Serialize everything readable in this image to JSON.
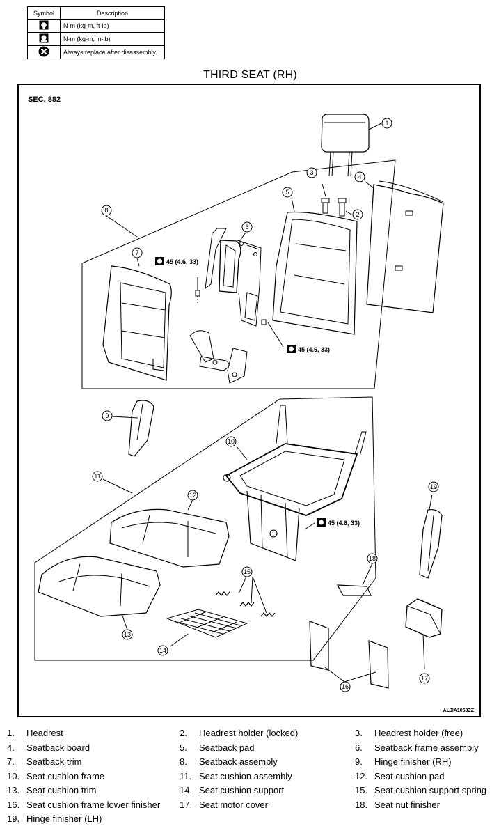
{
  "legend": {
    "header_symbol": "Symbol",
    "header_description": "Description",
    "rows": [
      {
        "icon": "torque-ft-lb-icon",
        "text": "N·m (kg-m, ft-lb)"
      },
      {
        "icon": "torque-in-lb-icon",
        "text": "N·m (kg-m, in-lb)"
      },
      {
        "icon": "always-replace-icon",
        "text": "Always replace after disassembly."
      }
    ]
  },
  "title": "THIRD SEAT (RH)",
  "diagram": {
    "section": "SEC. 882",
    "torque_labels": [
      "45 (4.6, 33)",
      "45 (4.6, 33)",
      "45 (4.6, 33)"
    ],
    "callouts": [
      "1",
      "2",
      "3",
      "4",
      "5",
      "6",
      "7",
      "8",
      "9",
      "10",
      "11",
      "12",
      "13",
      "14",
      "15",
      "16",
      "17",
      "18",
      "19"
    ],
    "figure_code": "ALJIA1063ZZ"
  },
  "parts": [
    {
      "num": "1.",
      "name": "Headrest"
    },
    {
      "num": "2.",
      "name": "Headrest holder (locked)"
    },
    {
      "num": "3.",
      "name": "Headrest holder (free)"
    },
    {
      "num": "4.",
      "name": "Seatback board"
    },
    {
      "num": "5.",
      "name": "Seatback pad"
    },
    {
      "num": "6.",
      "name": "Seatback frame assembly"
    },
    {
      "num": "7.",
      "name": "Seatback trim"
    },
    {
      "num": "8.",
      "name": "Seatback assembly"
    },
    {
      "num": "9.",
      "name": "Hinge finisher (RH)"
    },
    {
      "num": "10.",
      "name": "Seat cushion frame"
    },
    {
      "num": "11.",
      "name": "Seat cushion assembly"
    },
    {
      "num": "12.",
      "name": "Seat cushion pad"
    },
    {
      "num": "13.",
      "name": "Seat cushion trim"
    },
    {
      "num": "14.",
      "name": "Seat cushion support"
    },
    {
      "num": "15.",
      "name": "Seat cushion support spring"
    },
    {
      "num": "16.",
      "name": "Seat cushion frame lower finisher"
    },
    {
      "num": "17.",
      "name": "Seat motor cover"
    },
    {
      "num": "18.",
      "name": "Seat nut finisher"
    },
    {
      "num": "19.",
      "name": "Hinge finisher (LH)"
    }
  ]
}
